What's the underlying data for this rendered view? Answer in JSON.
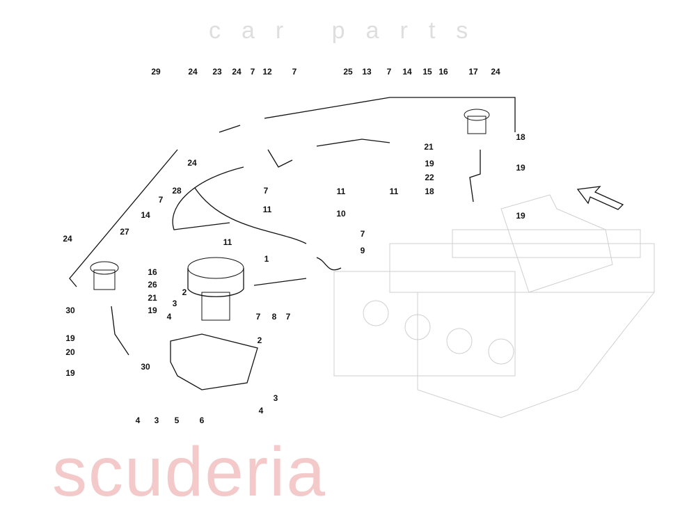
{
  "diagram": {
    "watermark": {
      "brand": "scuderia",
      "sub": "car parts",
      "color": "#f3c9c9"
    },
    "callouts": [
      "29",
      "24",
      "23",
      "24",
      "7",
      "12",
      "7",
      "25",
      "13",
      "7",
      "14",
      "15",
      "16",
      "17",
      "24",
      "18",
      "21",
      "19",
      "19",
      "22",
      "18",
      "19",
      "24",
      "7",
      "11",
      "11",
      "11",
      "28",
      "7",
      "14",
      "27",
      "10",
      "11",
      "7",
      "9",
      "1",
      "24",
      "16",
      "26",
      "21",
      "2",
      "19",
      "3",
      "4",
      "30",
      "19",
      "20",
      "19",
      "30",
      "7",
      "8",
      "7",
      "2",
      "3",
      "4",
      "4",
      "3",
      "5",
      "6"
    ],
    "direction_arrow": "arrow-up-left-icon"
  }
}
